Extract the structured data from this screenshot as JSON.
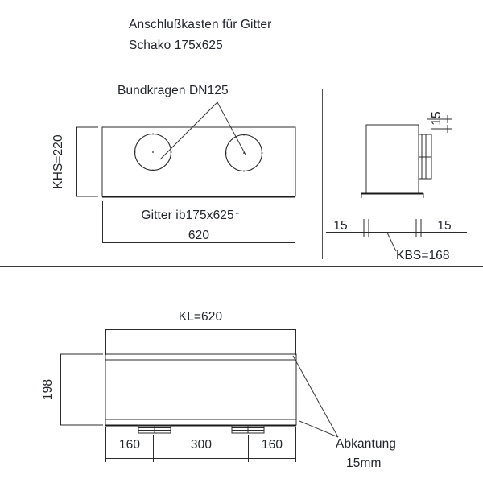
{
  "drawing": {
    "title_lines": [
      "Anschlußkasten für Gitter",
      "Schako 175x625"
    ],
    "background_color": "#ffffff",
    "line_color": "#2b2b2b",
    "text_color": "#22252b"
  },
  "top_view": {
    "callout_label": "Bundkragen DN125",
    "height_label": "KHS=220",
    "grille_label": "Gitter ib175x625↑",
    "width_label": "620",
    "collar_count": 2
  },
  "side_view": {
    "flange_label": "15",
    "left_offset_label": "15",
    "right_offset_label": "15",
    "depth_label": "KBS=168"
  },
  "front_view": {
    "length_label": "KL=620",
    "height_label": "198",
    "segment_labels": [
      "160",
      "300",
      "160"
    ],
    "bend_label_lines": [
      "Abkantung",
      "15mm"
    ]
  }
}
